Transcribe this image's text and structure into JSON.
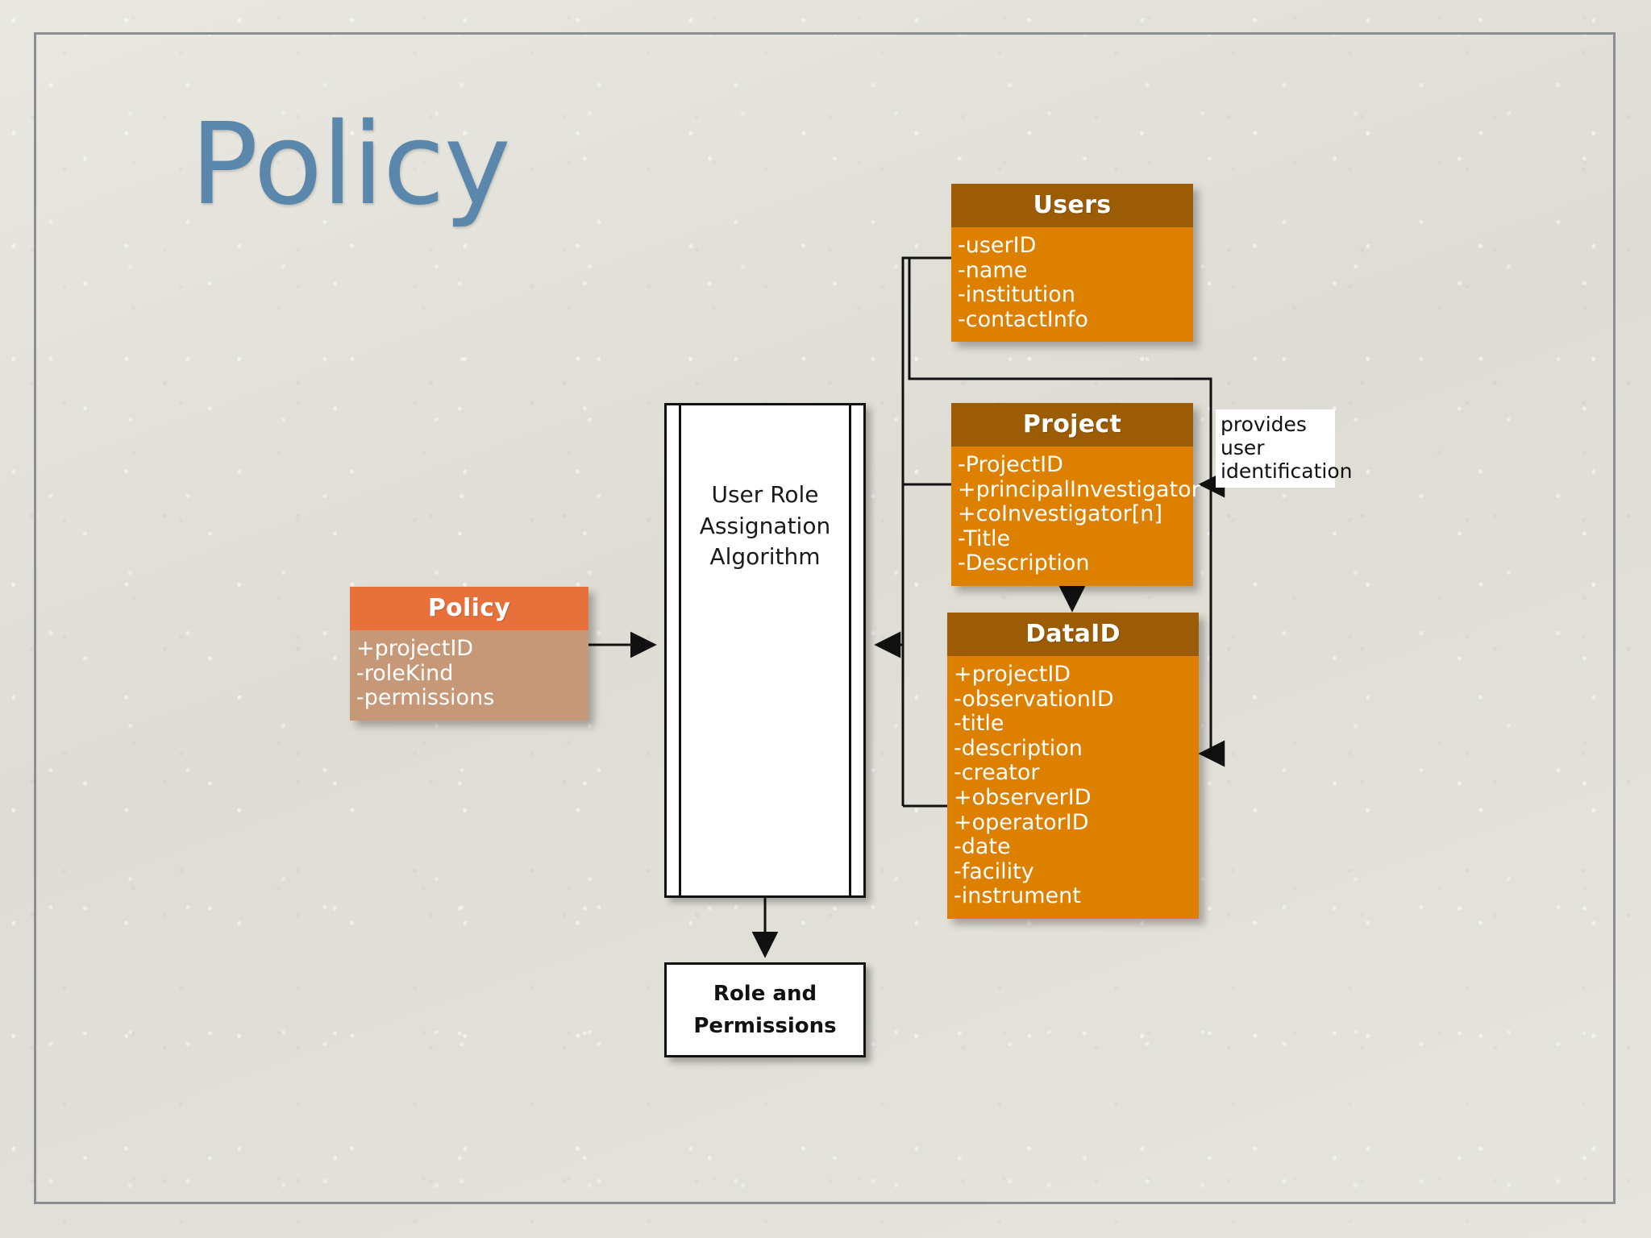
{
  "slide": {
    "title": "Policy",
    "border_color": "#8d8e92",
    "background_color": "#e2e1da",
    "title_color": "#5b87ac"
  },
  "palette": {
    "entity_header": "#9c5c06",
    "entity_body": "#dd8000",
    "policy_header": "#e8703a",
    "policy_body": "#c69878",
    "connector": "#111111",
    "process_fill": "#ffffff"
  },
  "entities": {
    "users": {
      "name": "Users",
      "attributes": [
        "-userID",
        "-name",
        "-institution",
        "-contactInfo"
      ]
    },
    "project": {
      "name": "Project",
      "attributes": [
        "-ProjectID",
        "+principalInvestigator",
        "+coInvestigator[n]",
        "-Title",
        "-Description"
      ]
    },
    "dataid": {
      "name": "DataID",
      "attributes": [
        "+projectID",
        "-observationID",
        "-title",
        "-description",
        "-creator",
        "+observerID",
        "+operatorID",
        "-date",
        "-facility",
        "-instrument"
      ]
    },
    "policy": {
      "name": "Policy",
      "attributes": [
        "+projectID",
        "-roleKind",
        "-permissions"
      ]
    }
  },
  "process": {
    "lines": [
      "User Role",
      "Assignation",
      "Algorithm"
    ]
  },
  "output": {
    "lines": [
      "Role and",
      "Permissions"
    ]
  },
  "annotation": {
    "lines": [
      "provides",
      "user",
      "identification"
    ]
  }
}
